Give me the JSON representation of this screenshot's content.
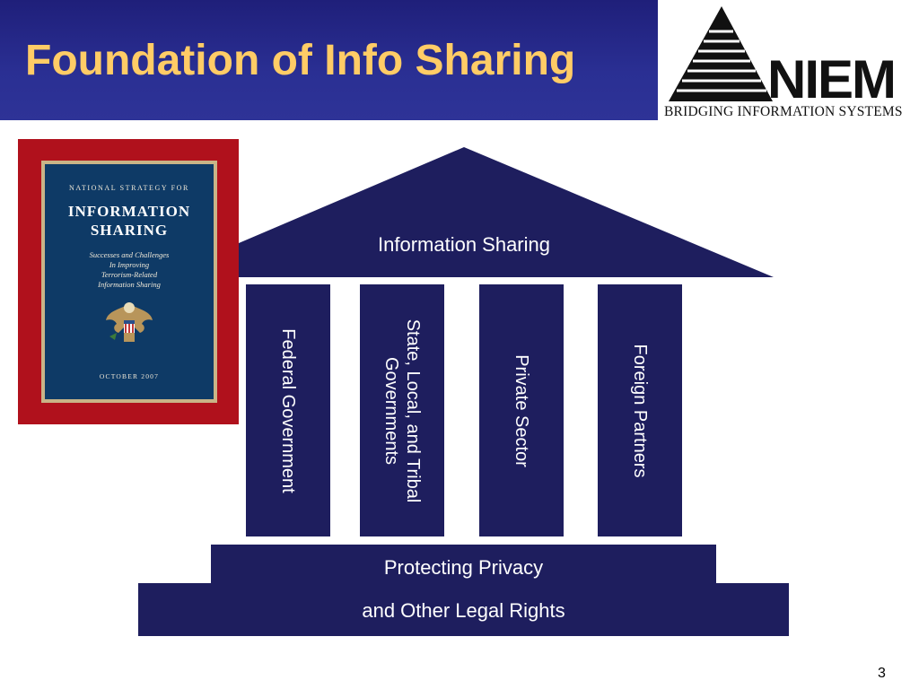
{
  "slide": {
    "title": "Foundation of Info Sharing",
    "page_number": "3"
  },
  "logo": {
    "name": "NIEM",
    "tagline": "BRIDGING INFORMATION SYSTEMS"
  },
  "book": {
    "line1": "NATIONAL STRATEGY FOR",
    "line2": "INFORMATION",
    "line3": "SHARING",
    "subtitle_lines": [
      "Successes and Challenges",
      "In Improving",
      "Terrorism-Related",
      "Information Sharing"
    ],
    "date": "OCTOBER 2007"
  },
  "diagram": {
    "roof": "Information Sharing",
    "pillars": [
      {
        "label": "Federal Government"
      },
      {
        "label_lines": [
          "State, Local, and Tribal",
          "Governments"
        ]
      },
      {
        "label": "Private Sector"
      },
      {
        "label": "Foreign Partners"
      }
    ],
    "base_top": "Protecting Privacy",
    "base_bottom": "and Other Legal Rights"
  },
  "colors": {
    "header": "#2a2f93",
    "title": "#ffcc66",
    "navy": "#1e1e5e",
    "book_red": "#b0111c",
    "book_blue": "#0e3a66"
  }
}
